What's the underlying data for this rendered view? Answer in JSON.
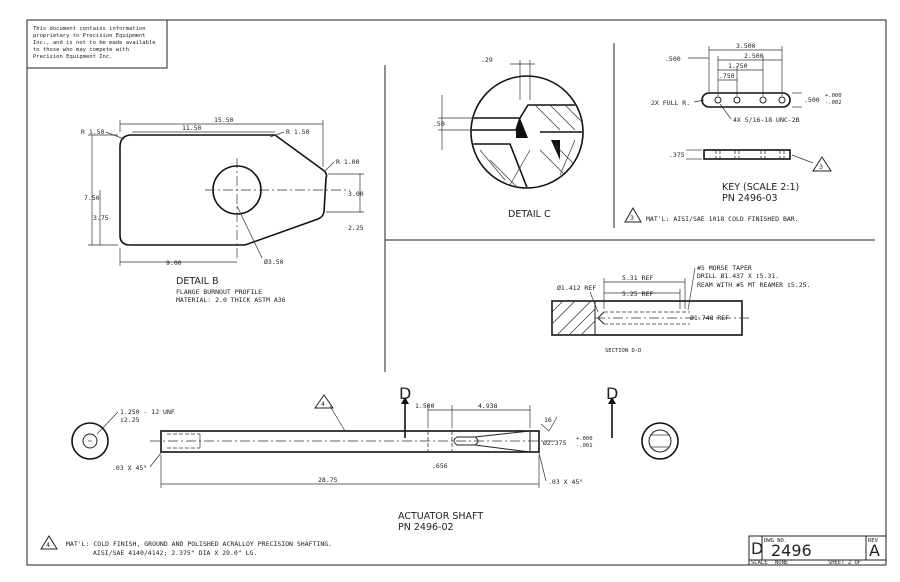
{
  "notice": {
    "lines": [
      "This document contains information",
      "proprietary to Precision Equipment",
      "Inc., and is not to be made available",
      "to those who may compete with",
      "Precision Equipment Inc."
    ]
  },
  "detail_b": {
    "title": "DETAIL B",
    "sub1": "FLANGE BURNOUT PROFILE",
    "sub2": "MATERIAL: 2.0 THICK ASTM A36",
    "dims": {
      "overall": "15.50",
      "top": "11.50",
      "r_left": "R 1.50",
      "r_right": "R 1.50",
      "r_small": "R 1.00",
      "height": "7.50",
      "half": "3.75",
      "right_h": "3.00",
      "right_low": "2.25",
      "bottom": "9.00",
      "hole": "Ø3.50"
    }
  },
  "detail_c": {
    "title": "DETAIL C",
    "dim_top": ".29",
    "dim_left": ".50"
  },
  "key": {
    "title": "KEY (SCALE 2:1)",
    "pn": "PN 2496-03",
    "dims": {
      "d1": "3.500",
      "d2": "2.500",
      "d3": "1.750",
      "d4": ".750",
      "d5": ".500",
      "right_dim": ".500",
      "tol_up": "+.000",
      "tol_dn": "-.002",
      "side": ".375"
    },
    "notes": {
      "full_r": "2X FULL R.",
      "tap": "4X 5/16-18 UNC-2B"
    },
    "flag": "3",
    "material_note": "MAT'L: AISI/SAE 1018 COLD FINISHED BAR."
  },
  "section_dd": {
    "title": "SECTION D-D",
    "dims": {
      "d1": "5.31 REF",
      "d2": "5.25 REF",
      "dia1": "Ø1.412 REF",
      "dia2": "Ø1.748 REF"
    },
    "notes": [
      "#5 MORSE TAPER",
      "DRILL Ø1.437 X ↧5.31.",
      "REAM WITH #5 MT REAMER ↧5.25."
    ]
  },
  "shaft": {
    "title": "ACTUATOR SHAFT",
    "pn": "PN 2496-02",
    "section_letter_left": "D",
    "section_letter_right": "D",
    "dims": {
      "thread": "1.250 - 12 UNF",
      "thread_depth": "↧2.25",
      "chamfer_left": ".03 X 45°",
      "chamfer_right": ".03 X 45°",
      "length": "28.75",
      "d1500": "1.500",
      "d4938": "4.938",
      "d656": ".656",
      "diameter": "Ø2.375",
      "tol_up": "+.000",
      "tol_dn": "-.001",
      "finish": "16"
    },
    "flag": "4"
  },
  "bottom_note": {
    "flag": "4",
    "line1": "MAT'L: COLD FINISH, GROUND AND POLISHED ACRALLOY PRECISION SHAFTING.",
    "line2": "AISI/SAE 4140/4142; 2.375\" DIA X 29.0\" LG."
  },
  "title_block": {
    "size": "D",
    "dwg_label": "DWG NO.",
    "dwg_no": "2496",
    "rev_label": "REV",
    "rev": "A",
    "scale_label": "SCALE",
    "scale": "NONE",
    "sheet": "SHEET 2 OF"
  }
}
